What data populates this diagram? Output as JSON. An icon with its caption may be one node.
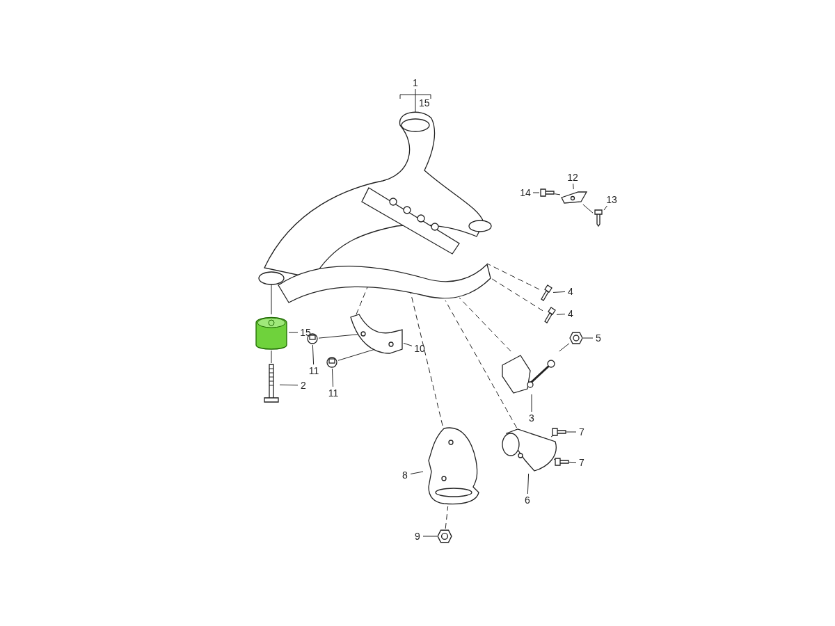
{
  "diagram": {
    "nodes": [
      {
        "text": [
          "1"
        ]
      },
      {
        "text": [],
        "shape": "picture"
      },
      {
        "text": [
          "14"
        ]
      },
      {
        "text": [],
        "shape": "picture"
      },
      {
        "text": [
          "12"
        ]
      },
      {
        "text": [],
        "shape": "picture"
      },
      {
        "text": [
          "13"
        ]
      },
      {
        "text": [],
        "shape": "picture"
      },
      {
        "text": [],
        "shape": "picture"
      },
      {
        "text": [
          "15"
        ]
      },
      {
        "text": [
          "4"
        ]
      },
      {
        "text": [],
        "shape": "picture"
      },
      {
        "text": [
          "4"
        ]
      },
      {
        "text": [],
        "shape": "picture"
      },
      {
        "text": [],
        "shape": "picture"
      },
      {
        "text": [
          "5"
        ]
      },
      {
        "text": [],
        "shape": "picture"
      },
      {
        "text": [
          "10"
        ]
      },
      {
        "text": [],
        "shape": "picture"
      },
      {
        "text": [
          "2"
        ]
      },
      {
        "text": [],
        "shape": "picture"
      },
      {
        "text": [
          "11"
        ]
      },
      {
        "text": [],
        "shape": "picture"
      },
      {
        "text": [
          "11"
        ]
      },
      {
        "text": [],
        "shape": "picture"
      },
      {
        "text": [
          "3"
        ]
      },
      {
        "text": [],
        "shape": "picture"
      },
      {
        "text": [
          "7"
        ]
      },
      {
        "text": [],
        "shape": "picture"
      },
      {
        "text": [
          "7"
        ]
      },
      {
        "text": [],
        "shape": "picture"
      },
      {
        "text": [
          "8"
        ]
      },
      {
        "text": [],
        "shape": "picture"
      },
      {
        "text": [
          "6"
        ]
      },
      {
        "text": [],
        "shape": "picture"
      },
      {
        "text": [
          "9"
        ]
      }
    ],
    "edges": [
      {
        "from": 0,
        "to": 1,
        "arrow": "none"
      },
      {
        "from": 2,
        "to": 3,
        "arrow": "none"
      },
      {
        "from": 4,
        "to": 5,
        "arrow": "none"
      },
      {
        "from": 6,
        "to": 7,
        "arrow": "none"
      },
      {
        "from": 9,
        "to": 8,
        "arrow": "none"
      },
      {
        "from": 10,
        "to": 11,
        "arrow": "none"
      },
      {
        "from": 12,
        "to": 13,
        "arrow": "none"
      },
      {
        "from": 15,
        "to": 14,
        "arrow": "none"
      },
      {
        "from": 17,
        "to": 16,
        "arrow": "none"
      },
      {
        "from": 19,
        "to": 18,
        "arrow": "none"
      },
      {
        "from": 21,
        "to": 20,
        "arrow": "none"
      },
      {
        "from": 23,
        "to": 22,
        "arrow": "none"
      },
      {
        "from": 25,
        "to": 24,
        "arrow": "none"
      },
      {
        "from": 27,
        "to": 26,
        "arrow": "none"
      },
      {
        "from": 29,
        "to": 28,
        "arrow": "none"
      },
      {
        "from": 31,
        "to": 30,
        "arrow": "none"
      },
      {
        "from": 33,
        "to": 32,
        "arrow": "none"
      },
      {
        "from": 35,
        "to": 34,
        "arrow": "none"
      },
      {
        "from": 8,
        "to": 1,
        "arrow": "none"
      },
      {
        "from": 18,
        "to": 8,
        "arrow": "none"
      },
      {
        "from": 3,
        "to": 5,
        "arrow": "none"
      },
      {
        "from": 5,
        "to": 7,
        "arrow": "none"
      },
      {
        "from": 11,
        "to": 1,
        "arrow": "none",
        "style": "dashed"
      },
      {
        "from": 13,
        "to": 1,
        "arrow": "none",
        "style": "dashed"
      },
      {
        "from": 14,
        "to": 24,
        "arrow": "none"
      },
      {
        "from": 24,
        "to": 1,
        "arrow": "none",
        "style": "dashed"
      },
      {
        "from": 20,
        "to": 16,
        "arrow": "none"
      },
      {
        "from": 22,
        "to": 16,
        "arrow": "none"
      },
      {
        "from": 16,
        "to": 1,
        "arrow": "none",
        "style": "dashed"
      },
      {
        "from": 30,
        "to": 1,
        "arrow": "none",
        "style": "dashed"
      },
      {
        "from": 34,
        "to": 30,
        "arrow": "none",
        "style": "dashed"
      },
      {
        "from": 32,
        "to": 1,
        "arrow": "none",
        "style": "dashed"
      },
      {
        "from": 26,
        "to": 32,
        "arrow": "none"
      },
      {
        "from": 28,
        "to": 32,
        "arrow": "none"
      }
    ],
    "labels": [
      "15"
    ]
  }
}
